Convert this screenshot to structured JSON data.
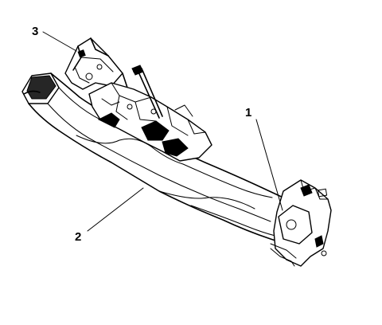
{
  "callouts": [
    {
      "id": "1",
      "text": "1"
    },
    {
      "id": "2",
      "text": "2"
    },
    {
      "id": "3",
      "text": "3"
    }
  ],
  "colors": {
    "ink": "#000000",
    "background": "#ffffff"
  }
}
